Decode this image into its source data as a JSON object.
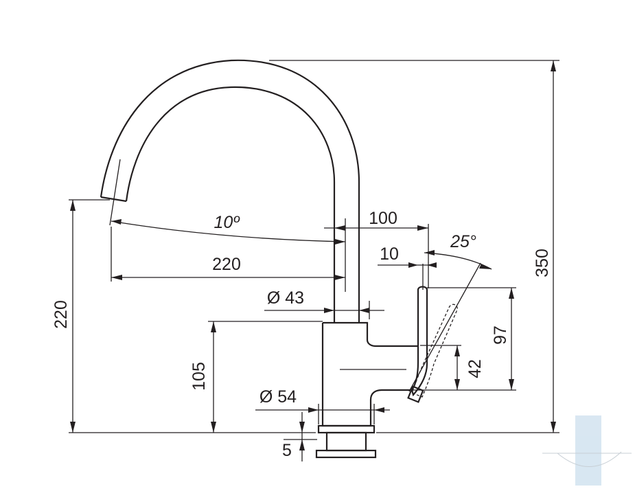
{
  "dimensions": {
    "height_total": "350",
    "spout_reach_height": "220",
    "spout_angle": "10º",
    "spout_reach": "220",
    "body_offset": "100",
    "handle_angle": "25°",
    "handle_gap": "10",
    "body_diameter": "Ø 43",
    "handle_height": "97",
    "handle_low": "42",
    "base_height": "105",
    "base_diameter": "Ø 54",
    "base_thickness": "5"
  }
}
